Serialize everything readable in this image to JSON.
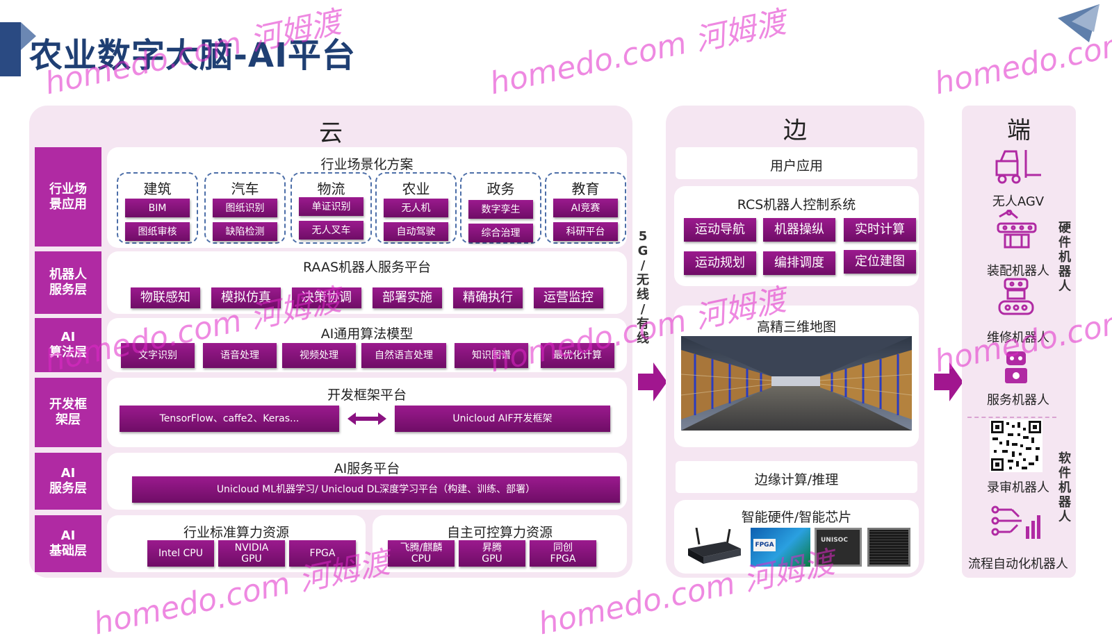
{
  "title": "农业数字大脑-AI平台",
  "watermark": {
    "text": "homedo.com 河姆渡"
  },
  "cloud": {
    "heading": "云",
    "layers": [
      {
        "label": "行业场\n景应用"
      },
      {
        "label": "机器人\n服务层"
      },
      {
        "label": "AI\n算法层"
      },
      {
        "label": "开发框\n架层"
      },
      {
        "label": "AI\n服务层"
      },
      {
        "label": "AI\n基础层"
      }
    ],
    "industry": {
      "title": "行业场景化方案",
      "groups": [
        {
          "name": "建筑",
          "items": [
            "BIM",
            "图纸审核"
          ]
        },
        {
          "name": "汽车",
          "items": [
            "图纸识别",
            "缺陷检测"
          ]
        },
        {
          "name": "物流",
          "items": [
            "单证识别",
            "无人叉车"
          ]
        },
        {
          "name": "农业",
          "items": [
            "无人机",
            "自动驾驶"
          ]
        },
        {
          "name": "政务",
          "items": [
            "数字孪生",
            "综合治理"
          ]
        },
        {
          "name": "教育",
          "items": [
            "AI竞赛",
            "科研平台"
          ]
        }
      ]
    },
    "raas": {
      "title": "RAAS机器人服务平台",
      "items": [
        "物联感知",
        "模拟仿真",
        "决策协调",
        "部署实施",
        "精确执行",
        "运营监控"
      ]
    },
    "algo": {
      "title": "AI通用算法模型",
      "items": [
        "文字识别",
        "语音处理",
        "视频处理",
        "自然语言处理",
        "知识图谱",
        "最优化计算"
      ]
    },
    "framework": {
      "title": "开发框架平台",
      "left": "TensorFlow、caffe2、Keras...",
      "right": "Unicloud AIF开发框架"
    },
    "aiservice": {
      "title": "AI服务平台",
      "bar": "Unicloud ML机器学习/ Unicloud DL深度学习平台（构建、训练、部署）"
    },
    "compute_std": {
      "title": "行业标准算力资源",
      "items": [
        "Intel CPU",
        "NVIDIA\nGPU",
        "FPGA"
      ]
    },
    "compute_own": {
      "title": "自主可控算力资源",
      "items": [
        "飞腾/麒麟\nCPU",
        "昇腾\nGPU",
        "同创\nFPGA"
      ]
    }
  },
  "link_label": "5\nG\n/\n无\n线\n/\n有\n线",
  "edge": {
    "heading": "边",
    "user_app": "用户应用",
    "rcs": {
      "title": "RCS机器人控制系统",
      "items": [
        "运动导航",
        "机器操纵",
        "实时计算",
        "运动规划",
        "编排调度",
        "定位建图"
      ]
    },
    "map": "高精三维地图",
    "compute": "边缘计算/推理",
    "hardware": "智能硬件/智能芯片",
    "chip_labels": {
      "fpga": "FPGA",
      "unisoc": "UNISOC"
    }
  },
  "end": {
    "heading": "端",
    "hardware_label": "硬\n件\n机\n器\n人",
    "software_label": "软\n件\n机\n器\n人",
    "devices": [
      {
        "label": "无人AGV",
        "icon": "forklift-icon"
      },
      {
        "label": "装配机器人",
        "icon": "assembly-robot-icon"
      },
      {
        "label": "维修机器人",
        "icon": "repair-robot-icon"
      },
      {
        "label": "服务机器人",
        "icon": "service-robot-icon"
      },
      {
        "label": "录审机器人",
        "icon": "qr-code-icon"
      },
      {
        "label": "流程自动化机器人",
        "icon": "process-flow-icon"
      }
    ]
  },
  "colors": {
    "accent": "#b02aa3",
    "chip": "#7c1274",
    "panel": "#f5e6f2",
    "title": "#1f3f73"
  }
}
